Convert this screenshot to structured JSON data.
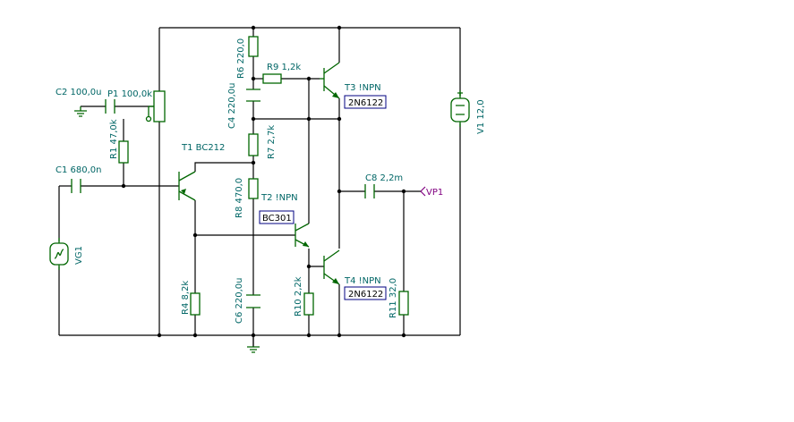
{
  "components": {
    "C2": {
      "name": "C2",
      "value": "100,0u"
    },
    "P1": {
      "name": "P1",
      "value": "100,0k"
    },
    "R1": {
      "name": "R1",
      "value": "47,0k"
    },
    "C1": {
      "name": "C1",
      "value": "680,0n"
    },
    "VG1": {
      "name": "VG1"
    },
    "T1": {
      "name": "T1",
      "value": "BC212"
    },
    "R4": {
      "name": "R4",
      "value": "8,2k"
    },
    "R6": {
      "name": "R6",
      "value": "220,0"
    },
    "R9": {
      "name": "R9",
      "value": "1,2k"
    },
    "C4": {
      "name": "C4",
      "value": "220,0u"
    },
    "R7": {
      "name": "R7",
      "value": "2,7k"
    },
    "R8": {
      "name": "R8",
      "value": "470,0"
    },
    "T2": {
      "name": "T2",
      "value": "!NPN",
      "part": "BC301"
    },
    "C6": {
      "name": "C6",
      "value": "220,0u"
    },
    "R10": {
      "name": "R10",
      "value": "2,2k"
    },
    "T3": {
      "name": "T3",
      "value": "!NPN",
      "part": "2N6122"
    },
    "T4": {
      "name": "T4",
      "value": "!NPN",
      "part": "2N6122"
    },
    "C8": {
      "name": "C8",
      "value": "2,2m"
    },
    "VP1": {
      "name": "VP1"
    },
    "R11": {
      "name": "R11",
      "value": "32,0"
    },
    "V1": {
      "name": "V1",
      "value": "12,0"
    }
  },
  "labels": {
    "C2": "C2 100,0u",
    "P1": "P1 100,0k",
    "R1": "R1 47,0k",
    "C1": "C1 680,0n",
    "VG1": "VG1",
    "T1": "T1 BC212",
    "R4": "R4 8,2k",
    "R6": "R6 220,0",
    "R9": "R9 1,2k",
    "C4": "C4 220,0u",
    "R7": "R7 2,7k",
    "R8": "R8 470,0",
    "T2": "T2 !NPN",
    "T2_part": "BC301",
    "C6": "C6 220,0u",
    "R10": "R10 2,2k",
    "T3": "T3 !NPN",
    "T3_part": "2N6122",
    "T4": "T4 !NPN",
    "T4_part": "2N6122",
    "C8": "C8 2,2m",
    "VP1": "VP1",
    "R11": "R11 32,0",
    "V1": "V1 12,0"
  },
  "colors": {
    "wire": "#000000",
    "component": "#006600",
    "label": "#006666",
    "probe": "#800080",
    "part_box": "#000080"
  }
}
